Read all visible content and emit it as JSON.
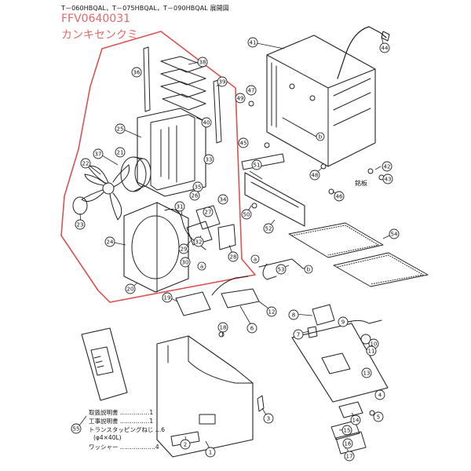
{
  "header": {
    "models": "T－060HBQAL，T－075HBQAL，T－090HBQAL  展開図",
    "part_code": "FFV0640031",
    "part_name": "カンキセンクミ"
  },
  "nameplate_label": "銘板",
  "accessories": [
    {
      "label": "取扱説明書 ……………1"
    },
    {
      "label": "工事説明書 ……………1"
    },
    {
      "label": "トランスタッピングねじ …6"
    },
    {
      "label": "(φ4×40L)"
    },
    {
      "label": "ワッシャー ………………4"
    }
  ],
  "connector_labels": [
    "a",
    "b",
    "a",
    "b"
  ],
  "callouts": [
    {
      "n": "1"
    },
    {
      "n": "2"
    },
    {
      "n": "3"
    },
    {
      "n": "4"
    },
    {
      "n": "5"
    },
    {
      "n": "6"
    },
    {
      "n": "7"
    },
    {
      "n": "8"
    },
    {
      "n": "9"
    },
    {
      "n": "10"
    },
    {
      "n": "11"
    },
    {
      "n": "12"
    },
    {
      "n": "13"
    },
    {
      "n": "14"
    },
    {
      "n": "15"
    },
    {
      "n": "16"
    },
    {
      "n": "17"
    },
    {
      "n": "18"
    },
    {
      "n": "19"
    },
    {
      "n": "20"
    },
    {
      "n": "21"
    },
    {
      "n": "22"
    },
    {
      "n": "23"
    },
    {
      "n": "24"
    },
    {
      "n": "25"
    },
    {
      "n": "26"
    },
    {
      "n": "27"
    },
    {
      "n": "28"
    },
    {
      "n": "29"
    },
    {
      "n": "30"
    },
    {
      "n": "31"
    },
    {
      "n": "32"
    },
    {
      "n": "33"
    },
    {
      "n": "34"
    },
    {
      "n": "35"
    },
    {
      "n": "36"
    },
    {
      "n": "37"
    },
    {
      "n": "38"
    },
    {
      "n": "39"
    },
    {
      "n": "40"
    },
    {
      "n": "41"
    },
    {
      "n": "42"
    },
    {
      "n": "43"
    },
    {
      "n": "44"
    },
    {
      "n": "45"
    },
    {
      "n": "46"
    },
    {
      "n": "47"
    },
    {
      "n": "48"
    },
    {
      "n": "49"
    },
    {
      "n": "50"
    },
    {
      "n": "51"
    },
    {
      "n": "52"
    },
    {
      "n": "53"
    },
    {
      "n": "54"
    },
    {
      "n": "55"
    }
  ],
  "colors": {
    "highlight": "#d9534f",
    "line": "#222222",
    "title_red": "#e06a6a"
  }
}
